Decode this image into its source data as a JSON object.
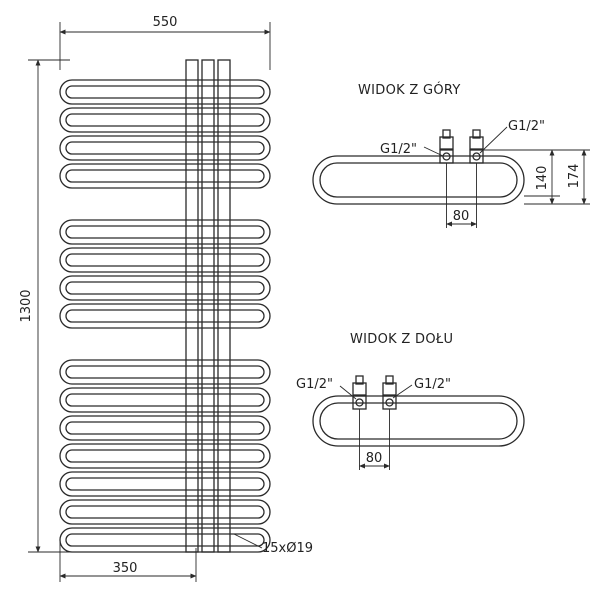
{
  "main_drawing": {
    "width_label": "550",
    "height_label": "1300",
    "spacing_label": "350",
    "tube_label": "15xØ19"
  },
  "top_view": {
    "title": "WIDOK Z GÓRY",
    "left_connection": "G1/2\"",
    "right_connection": "G1/2\"",
    "depth_inner": "140",
    "depth_outer": "174",
    "connection_spacing": "80"
  },
  "bottom_view": {
    "title": "WIDOK Z DOŁU",
    "left_connection": "G1/2\"",
    "right_connection": "G1/2\"",
    "connection_spacing": "80"
  }
}
